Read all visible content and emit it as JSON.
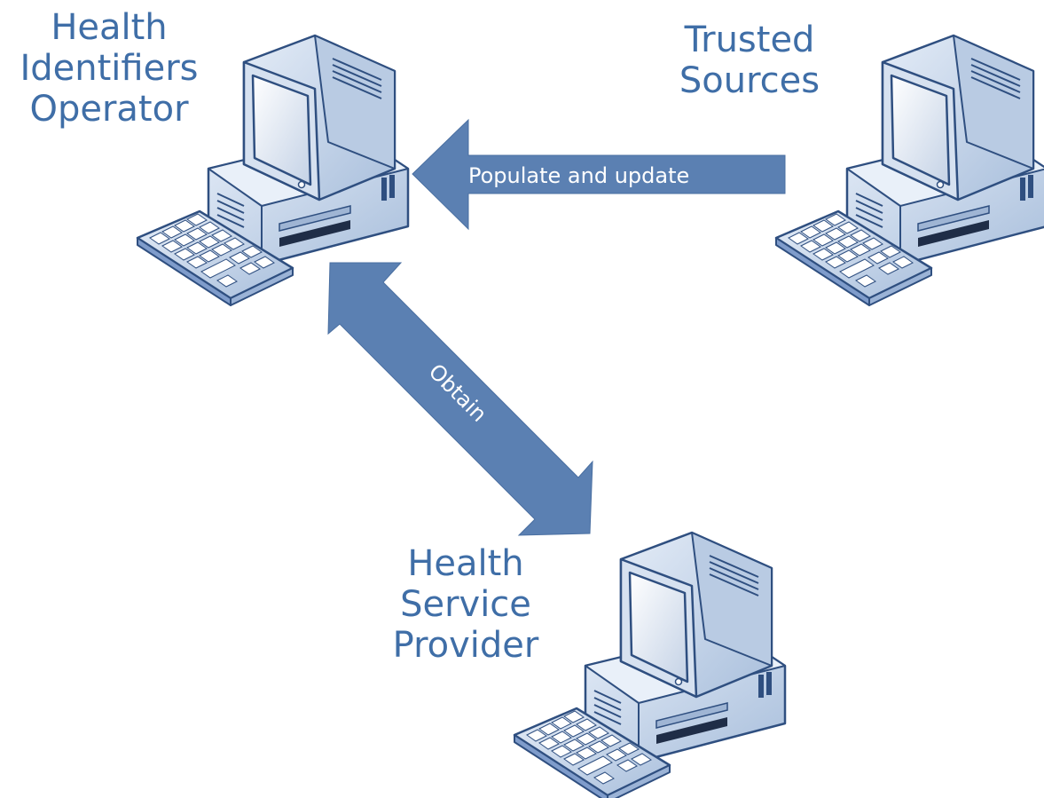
{
  "nodes": {
    "operator": {
      "label_lines": [
        "Health",
        "Identifiers",
        "Operator"
      ],
      "icon": "desktop-computer-icon"
    },
    "trusted_sources": {
      "label_lines": [
        "Trusted",
        "Sources"
      ],
      "icon": "desktop-computer-icon"
    },
    "provider": {
      "label_lines": [
        "Health",
        "Service",
        "Provider"
      ],
      "icon": "desktop-computer-icon"
    }
  },
  "edges": {
    "populate": {
      "label": "Populate and update",
      "from": "Trusted Sources",
      "to": "Health Identifiers Operator",
      "direction": "one-way"
    },
    "obtain": {
      "label": "Obtain",
      "from": "Health Service Provider",
      "to": "Health Identifiers Operator",
      "direction": "two-way"
    }
  },
  "colors": {
    "label_text": "#3f6ea7",
    "arrow_fill": "#5b80b2",
    "computer_body": "#cfdcee",
    "computer_outline": "#2f4f80"
  }
}
